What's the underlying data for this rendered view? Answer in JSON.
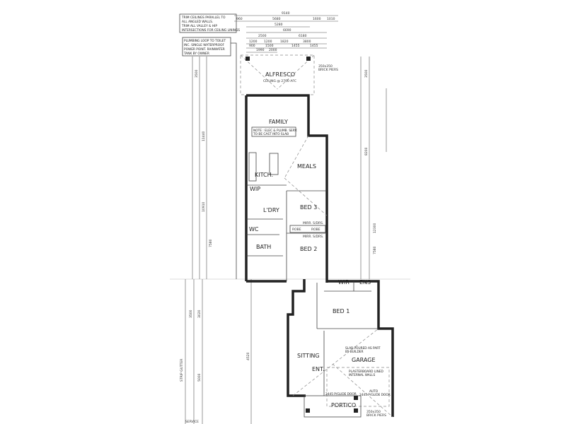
{
  "notes": {
    "ceiling": [
      "TRIM CEILINGS PARALLEL TO",
      "ALL ANGLED WALLS.",
      "TRIM ALL VALLEY & HIP",
      "INTERSECTIONS FOR CEILING LININGS"
    ],
    "plumbing": [
      "PLUMBING LOOP TO TOILET",
      "INC. SINGLE WATERPROOF",
      "POWER POINT. RAINWATER",
      "TANK BY OWNER"
    ],
    "services": [
      "NOTE : ELEC & PLUMB. SERV.",
      "TO BE CAST INTO SLAB"
    ],
    "slab": [
      "SLAB POURED AS PART",
      "BY BUILDER"
    ],
    "plasterboard": [
      "PLASTERBOARD LINED",
      "INTERNAL WALLS"
    ],
    "piers_top": [
      "350x350",
      "BRICK PIERS"
    ],
    "piers_bottom": [
      "350x350",
      "BRICK PIERS"
    ],
    "alfresco_ceiling": "CEILING @ 2700 AFC",
    "garage_door": [
      "AUTO",
      "2445 P/GLIDE DOOR"
    ],
    "portico_door": "2445 P/GLIDE DOOR",
    "robe_doors": [
      "MIRR. S/DRS.",
      "MIRR. S/DRS."
    ],
    "left_labels": [
      "SERVICE",
      "STRIP GUTTER"
    ]
  },
  "rooms": [
    "ALFRESCO",
    "FAMILY",
    "MEALS",
    "KITCH.",
    "WIP",
    "L'DRY",
    "BED 3",
    "WC",
    "BATH",
    "BED 2",
    "WIR",
    "ENS",
    "BED 1",
    "SITTING",
    "GARAGE",
    "ENT.",
    "PORTICO",
    "ROBE",
    "ROBE"
  ],
  "dimensions": {
    "row1": [
      "9140"
    ],
    "row2": [
      "960",
      "5680",
      "1600",
      "1010"
    ],
    "row3": [
      "5280"
    ],
    "row4": [
      "6690"
    ],
    "row5": [
      "2500",
      "6180"
    ],
    "row6": [
      "1200",
      "1200",
      "1820",
      "3800"
    ],
    "row7": [
      "900",
      "1500",
      "1455",
      "1455"
    ],
    "row8": [
      "1990",
      "2000"
    ],
    "left_vertical": [
      "3500",
      "11440",
      "10910",
      "7580",
      "3500",
      "3020",
      "4520",
      "5000"
    ],
    "right_vertical": [
      "3500",
      "8200",
      "12300",
      "7580"
    ]
  }
}
